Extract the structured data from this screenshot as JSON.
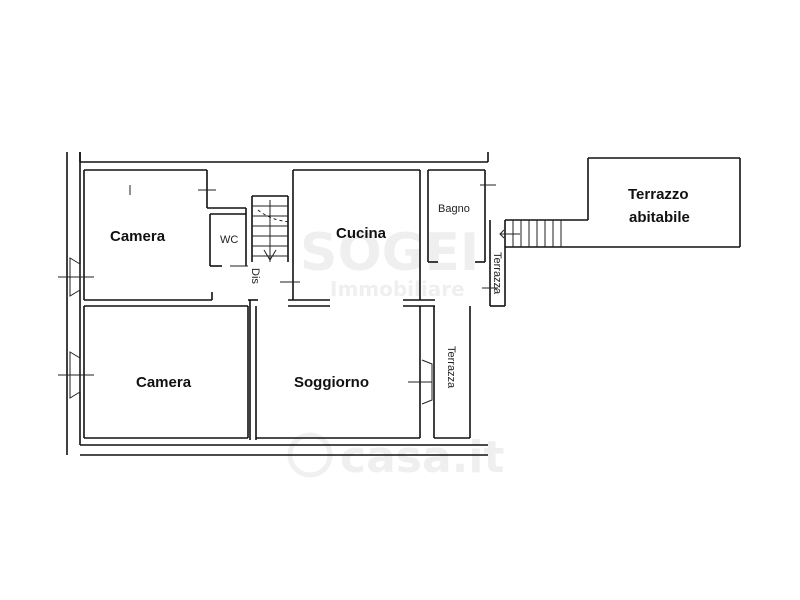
{
  "rooms": {
    "camera_top": "Camera",
    "camera_bottom": "Camera",
    "wc": "WC",
    "dis": "Dis",
    "cucina": "Cucina",
    "bagno": "Bagno",
    "terrazza_vertical": "Terrazza",
    "terrazza_lower": "Terrazza",
    "soggiorno": "Soggiorno",
    "terrazzo_abitabile_line1": "Terrazzo",
    "terrazzo_abitabile_line2": "abitabile"
  },
  "watermarks": {
    "agency": "SOGEI",
    "agency_sub": "Immobiliare",
    "portal": "casa.it"
  },
  "colors": {
    "wall": "#111111",
    "background": "#ffffff"
  }
}
